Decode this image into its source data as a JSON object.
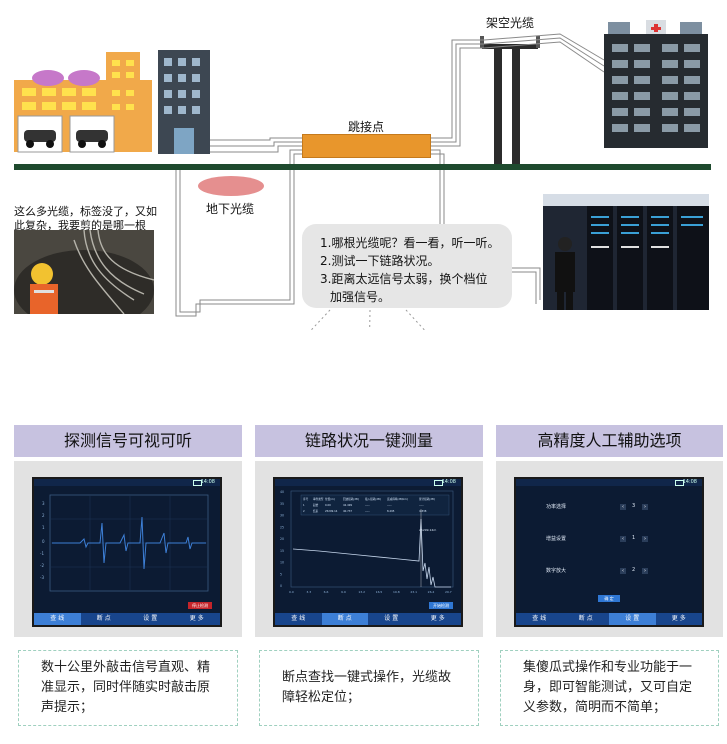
{
  "labels": {
    "aerial_cable": "架空光缆",
    "splice_point": "跳接点",
    "underground_cable": "地下光缆",
    "question": "这么多光缆，标签没了，又如此复杂，我要剪的是哪一根呢？"
  },
  "bubble": {
    "line1": "1.哪根光缆呢？看一看，听一听。",
    "line2": "2.测试一下链路状况。",
    "line3": "3.距离太远信号太弱，换个档位",
    "line4": "加强信号。"
  },
  "features": [
    {
      "title": "探测信号可视可听",
      "description": "数十公里外敲击信号直观、精准显示，同时伴随实时敲击原声提示；",
      "screen": {
        "time": "14:08",
        "stop_label": "停止检测",
        "nav": [
          "查 线",
          "断 点",
          "设 置",
          "更 多"
        ],
        "active_tab": 0
      }
    },
    {
      "title": "链路状况一键测量",
      "description": "断点查找一键式操作，光缆故障轻松定位；",
      "screen": {
        "time": "14:08",
        "start_label": "开始检测",
        "nav": [
          "查 线",
          "断 点",
          "设 置",
          "更 多"
        ],
        "active_tab": 1,
        "table_headers": [
          "序号",
          "事件类型",
          "位置(m)",
          "回波损耗(dB)",
          "插入损耗(dB)",
          "衰减斜率(dB/km)",
          "累计损耗(dB)"
        ],
        "table_rows": [
          [
            "1",
            "起始",
            "0.00",
            "42.499",
            "-----",
            "-----",
            "-----"
          ],
          [
            "2",
            "结束",
            "25299.14",
            "40.737",
            "-----",
            "8.295",
            "4.838"
          ]
        ]
      }
    },
    {
      "title": "高精度人工辅助选项",
      "description": "集傻瓜式操作和专业功能于一身，即可智能测试，又可自定义参数，简明而不简单；",
      "screen": {
        "time": "14:08",
        "settings": [
          {
            "label": "功率选择",
            "value": "3"
          },
          {
            "label": "增益设置",
            "value": "1"
          },
          {
            "label": "数字放大",
            "value": "2"
          }
        ],
        "confirm_label": "确 定",
        "nav": [
          "查 线",
          "断 点",
          "设 置",
          "更 多"
        ],
        "active_tab": 2
      }
    }
  ],
  "otdr_chart": {
    "y_ticks": [
      "40",
      "35",
      "30",
      "25",
      "20",
      "15",
      "10",
      "5",
      "0"
    ],
    "x_ticks": [
      "0.0",
      "3.3",
      "6.6",
      "9.9",
      "13.2",
      "16.5",
      "19.8",
      "23.1",
      "26.4",
      "29.7"
    ],
    "marker": "25299.14m"
  },
  "colors": {
    "ground": "#1e4a2e",
    "splice": "#e8962c",
    "underground": "#e58f8f",
    "banner": "#c7c2e0",
    "screen_bg": "#0c1b33",
    "nav_bg": "#18458c"
  }
}
